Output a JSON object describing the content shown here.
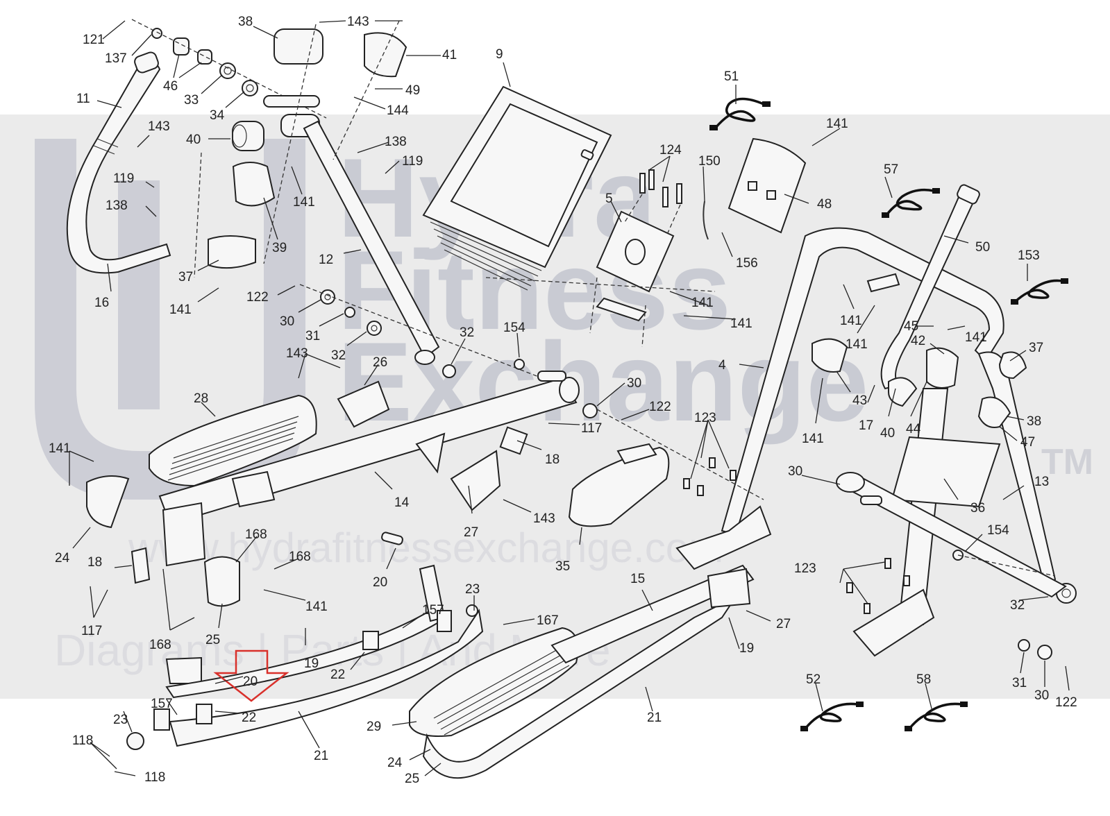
{
  "watermark": {
    "line1": "Hydra",
    "line2": "Fitness",
    "line3": "Exchange",
    "tm": "TM",
    "url": "www.hydrafitnessexchange.com",
    "tagline": "Diagrams | Parts | And More"
  },
  "callouts": [
    {
      "id": "c121",
      "text": "121"
    },
    {
      "id": "c137",
      "text": "137"
    },
    {
      "id": "c38a",
      "text": "38"
    },
    {
      "id": "c143a",
      "text": "143"
    },
    {
      "id": "c41",
      "text": "41"
    },
    {
      "id": "c46",
      "text": "46"
    },
    {
      "id": "c33",
      "text": "33"
    },
    {
      "id": "c34",
      "text": "34"
    },
    {
      "id": "c49",
      "text": "49"
    },
    {
      "id": "c144",
      "text": "144"
    },
    {
      "id": "c9",
      "text": "9"
    },
    {
      "id": "c51",
      "text": "51"
    },
    {
      "id": "c11",
      "text": "11"
    },
    {
      "id": "c143b",
      "text": "143"
    },
    {
      "id": "c40a",
      "text": "40"
    },
    {
      "id": "c138a",
      "text": "138"
    },
    {
      "id": "c119a",
      "text": "119"
    },
    {
      "id": "c141a",
      "text": "141"
    },
    {
      "id": "c141b",
      "text": "141"
    },
    {
      "id": "c124",
      "text": "124"
    },
    {
      "id": "c150",
      "text": "150"
    },
    {
      "id": "c119b",
      "text": "119"
    },
    {
      "id": "c138b",
      "text": "138"
    },
    {
      "id": "c39",
      "text": "39"
    },
    {
      "id": "c57",
      "text": "57"
    },
    {
      "id": "c5",
      "text": "5"
    },
    {
      "id": "c48",
      "text": "48"
    },
    {
      "id": "c50",
      "text": "50"
    },
    {
      "id": "c12",
      "text": "12"
    },
    {
      "id": "c37a",
      "text": "37"
    },
    {
      "id": "c16",
      "text": "16"
    },
    {
      "id": "c141c",
      "text": "141"
    },
    {
      "id": "c122a",
      "text": "122"
    },
    {
      "id": "c156",
      "text": "156"
    },
    {
      "id": "c153",
      "text": "153"
    },
    {
      "id": "c30a",
      "text": "30"
    },
    {
      "id": "c31a",
      "text": "31"
    },
    {
      "id": "c32a",
      "text": "32"
    },
    {
      "id": "c141d",
      "text": "141"
    },
    {
      "id": "c141e",
      "text": "141"
    },
    {
      "id": "c141f",
      "text": "141"
    },
    {
      "id": "c141g",
      "text": "141"
    },
    {
      "id": "c45",
      "text": "45"
    },
    {
      "id": "c141h",
      "text": "141"
    },
    {
      "id": "c42",
      "text": "42"
    },
    {
      "id": "c37b",
      "text": "37"
    },
    {
      "id": "c32b",
      "text": "32"
    },
    {
      "id": "c154a",
      "text": "154"
    },
    {
      "id": "c143c",
      "text": "143"
    },
    {
      "id": "c26",
      "text": "26"
    },
    {
      "id": "c4",
      "text": "4"
    },
    {
      "id": "c28",
      "text": "28"
    },
    {
      "id": "c30b",
      "text": "30"
    },
    {
      "id": "c122b",
      "text": "122"
    },
    {
      "id": "c43",
      "text": "43"
    },
    {
      "id": "c123a",
      "text": "123"
    },
    {
      "id": "c17",
      "text": "17"
    },
    {
      "id": "c40b",
      "text": "40"
    },
    {
      "id": "c44",
      "text": "44"
    },
    {
      "id": "c38b",
      "text": "38"
    },
    {
      "id": "c47",
      "text": "47"
    },
    {
      "id": "c141i",
      "text": "141"
    },
    {
      "id": "c117a",
      "text": "117"
    },
    {
      "id": "c141j",
      "text": "141"
    },
    {
      "id": "c18a",
      "text": "18"
    },
    {
      "id": "c13",
      "text": "13"
    },
    {
      "id": "c30c",
      "text": "30"
    },
    {
      "id": "c14",
      "text": "14"
    },
    {
      "id": "c36",
      "text": "36"
    },
    {
      "id": "c27a",
      "text": "27"
    },
    {
      "id": "c143d",
      "text": "143"
    },
    {
      "id": "c24a",
      "text": "24"
    },
    {
      "id": "c168a",
      "text": "168"
    },
    {
      "id": "c168b",
      "text": "168"
    },
    {
      "id": "c35",
      "text": "35"
    },
    {
      "id": "c154b",
      "text": "154"
    },
    {
      "id": "c18b",
      "text": "18"
    },
    {
      "id": "c20a",
      "text": "20"
    },
    {
      "id": "c123b",
      "text": "123"
    },
    {
      "id": "c15",
      "text": "15"
    },
    {
      "id": "c141k",
      "text": "141"
    },
    {
      "id": "c23a",
      "text": "23"
    },
    {
      "id": "c32c",
      "text": "32"
    },
    {
      "id": "c117b",
      "text": "117"
    },
    {
      "id": "c157a",
      "text": "157"
    },
    {
      "id": "c167",
      "text": "167"
    },
    {
      "id": "c27b",
      "text": "27"
    },
    {
      "id": "c25a",
      "text": "25"
    },
    {
      "id": "c168c",
      "text": "168"
    },
    {
      "id": "c19a",
      "text": "19"
    },
    {
      "id": "c19b",
      "text": "19"
    },
    {
      "id": "c22a",
      "text": "22"
    },
    {
      "id": "c20b",
      "text": "20"
    },
    {
      "id": "c52",
      "text": "52"
    },
    {
      "id": "c58",
      "text": "58"
    },
    {
      "id": "c31b",
      "text": "31"
    },
    {
      "id": "c30d",
      "text": "30"
    },
    {
      "id": "c122c",
      "text": "122"
    },
    {
      "id": "c157b",
      "text": "157"
    },
    {
      "id": "c22b",
      "text": "22"
    },
    {
      "id": "c23b",
      "text": "23"
    },
    {
      "id": "c21a",
      "text": "21"
    },
    {
      "id": "c118a",
      "text": "118"
    },
    {
      "id": "c29",
      "text": "29"
    },
    {
      "id": "c21b",
      "text": "21"
    },
    {
      "id": "c24b",
      "text": "24"
    },
    {
      "id": "c25b",
      "text": "25"
    },
    {
      "id": "c118b",
      "text": "118"
    }
  ],
  "colors": {
    "band": "#ebebeb",
    "ink": "#222222",
    "highlight_arrow": "#d9302b"
  },
  "highlight": {
    "icon": "down-arrow-icon",
    "target_part": "22"
  }
}
